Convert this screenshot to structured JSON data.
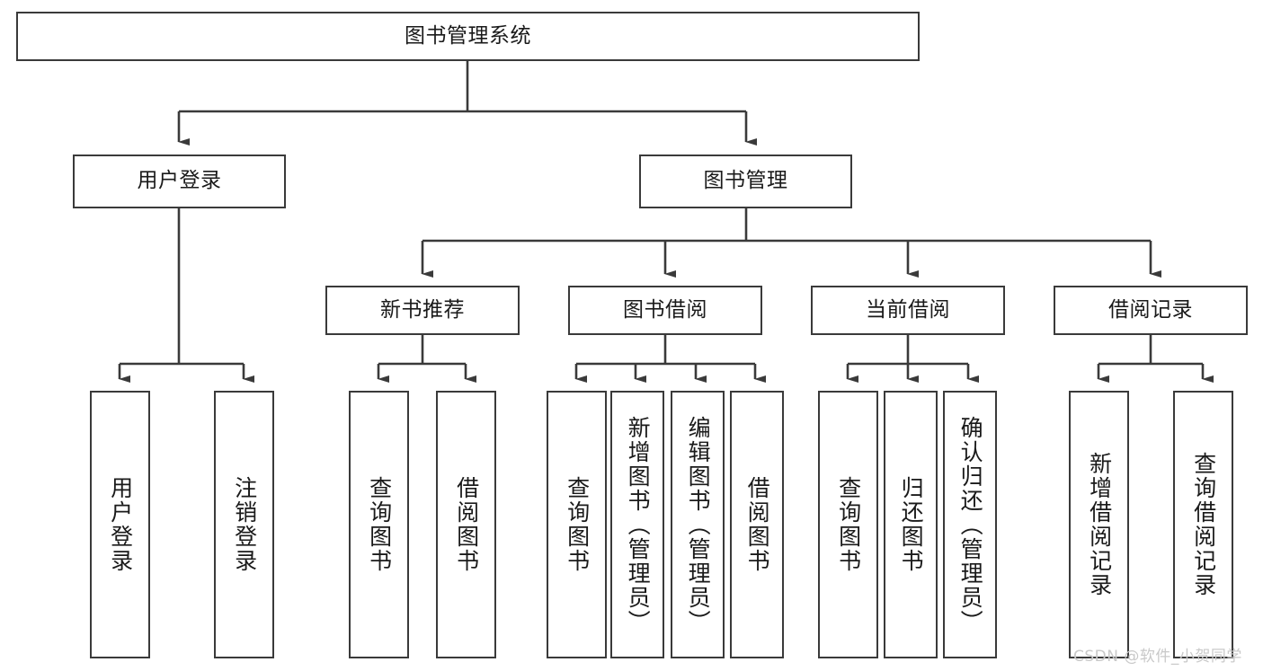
{
  "diagram": {
    "title": "图书管理系统",
    "watermark": "CSDN @软件_小贺同学",
    "stroke_color": "#3a3a3a",
    "text_color": "#1a1a1a",
    "background_color": "#ffffff",
    "watermark_color": "#c9c9c9"
  },
  "nodes": {
    "root": {
      "label": "图书管理系统"
    },
    "level2": [
      {
        "label": "用户登录"
      },
      {
        "label": "图书管理"
      }
    ],
    "level3": [
      {
        "label": "新书推荐"
      },
      {
        "label": "图书借阅"
      },
      {
        "label": "当前借阅"
      },
      {
        "label": "借阅记录"
      }
    ],
    "leaves_user_login": [
      {
        "label": "用户登录"
      },
      {
        "label": "注销登录"
      }
    ],
    "leaves_new_book": [
      {
        "label": "查询图书"
      },
      {
        "label": "借阅图书"
      }
    ],
    "leaves_borrow": [
      {
        "label": "查询图书"
      },
      {
        "label": "新增图书（管理员）"
      },
      {
        "label": "编辑图书（管理员）"
      },
      {
        "label": "借阅图书"
      }
    ],
    "leaves_current": [
      {
        "label": "查询图书"
      },
      {
        "label": "归还图书"
      },
      {
        "label": "确认归还（管理员）"
      }
    ],
    "leaves_records": [
      {
        "label": "新增借阅记录"
      },
      {
        "label": "查询借阅记录"
      }
    ]
  }
}
